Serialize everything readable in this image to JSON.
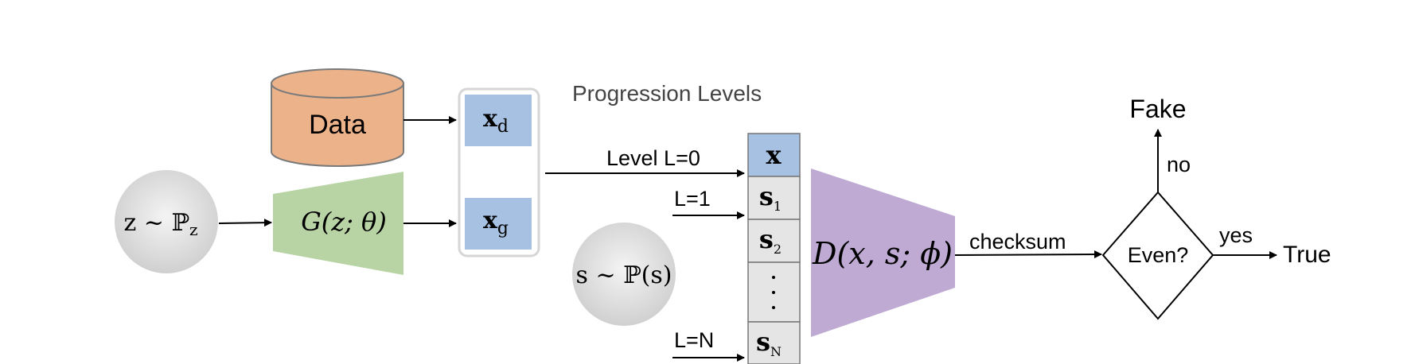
{
  "colors": {
    "data_cylinder": "#ecb38b",
    "generator": "#b8d4a4",
    "discriminator": "#bfaad4",
    "sample_box": "#a7c1e2",
    "level_cell": "#e5e5e5",
    "noise_circle": "#d8d8d8",
    "stroke": "#000000"
  },
  "data_store": {
    "label": "Data"
  },
  "noise": {
    "z_label": "z ~ ℙ",
    "z_sub": "z",
    "s_label": "s ~ ℙ(s)"
  },
  "generator": {
    "label": "G(z; θ)"
  },
  "samples": {
    "xd_main": "x",
    "xd_sub": "d",
    "xg_main": "x",
    "xg_sub": "g"
  },
  "progression": {
    "title": "Progression Levels",
    "level0_label": "Level L=0",
    "level1_label": "L=1",
    "levelN_label": "L=N",
    "cells": [
      {
        "main": "x",
        "sub": ""
      },
      {
        "main": "s",
        "sub": "1"
      },
      {
        "main": "s",
        "sub": "2"
      },
      {
        "main": "·\n·\n·",
        "sub": ""
      },
      {
        "main": "s",
        "sub": "N"
      }
    ]
  },
  "discriminator": {
    "label": "D(x, s; ϕ)"
  },
  "checksum": {
    "label": "checksum"
  },
  "decision": {
    "question": "Even?",
    "yes_label": "yes",
    "no_label": "no",
    "true_label": "True",
    "fake_label": "Fake"
  }
}
